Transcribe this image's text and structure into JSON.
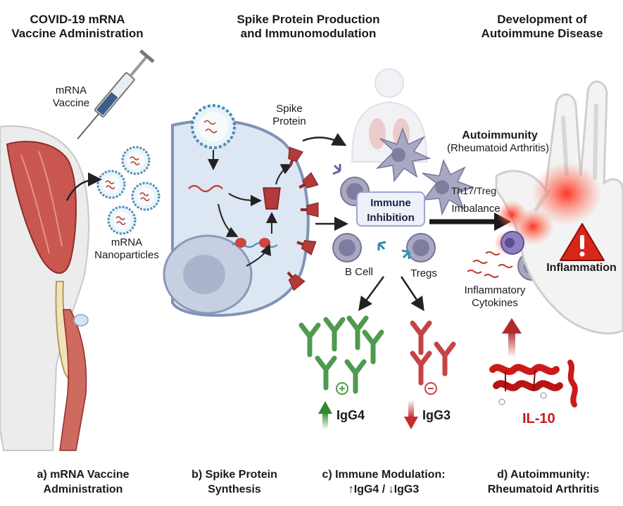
{
  "headers": {
    "a": [
      "COVID-19 mRNA",
      "Vaccine Administration"
    ],
    "b": [
      "Spike Protein Production",
      "and Immunomodulation"
    ],
    "c": [
      "Development of",
      "Autoimmune Disease"
    ]
  },
  "labels": {
    "mrna_vaccine": [
      "mRNA",
      "Vaccine"
    ],
    "nanoparticles": [
      "mRNA",
      "Nanoparticles"
    ],
    "spike_protein": [
      "Spike",
      "Protein"
    ],
    "immune_inhibition": [
      "Immune",
      "Inhibition"
    ],
    "b_cell": "B Cell",
    "tregs": "Tregs",
    "th17": "Th17/Treg",
    "imbalance": "Imbalance",
    "autoimmunity": "Autoimmunity",
    "ra": "(Rheumatoid Arthritis)",
    "inflammation": "Inflammation",
    "cytokines": [
      "Inflammatory",
      "Cytokines"
    ],
    "igg4": "IgG4",
    "igg3": "IgG3",
    "il10": "IL-10"
  },
  "captions": {
    "a": [
      "a) mRNA Vaccine",
      "Administration"
    ],
    "b": [
      "b) Spike Protein",
      "Synthesis"
    ],
    "c": [
      "c) Immune Modulation:",
      "↑IgG4 / ↓IgG3"
    ],
    "d": [
      "d) Autoimmunity:",
      "Rheumatoid Arthritis"
    ]
  },
  "colors": {
    "muscle": "#c9574f",
    "cell": "#dde6f3",
    "spike": "#b43a3a",
    "igg4": "#4e9a4e",
    "igg3": "#c44444",
    "il10": "#cc1a1a",
    "inflammation": "#ff3b2f"
  }
}
